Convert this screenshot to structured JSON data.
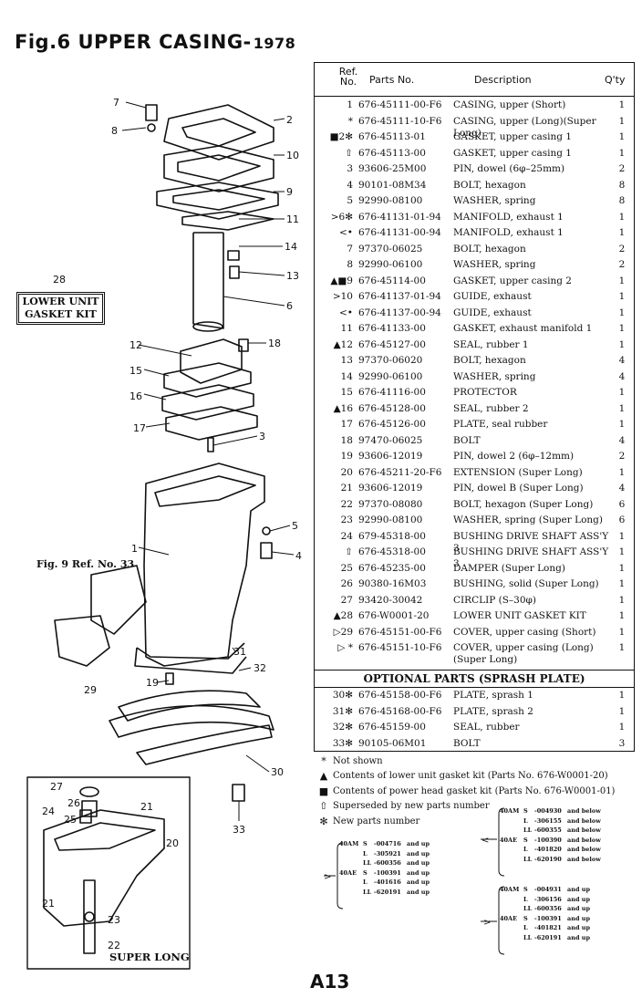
{
  "title": {
    "main": "Fig.6 UPPER CASING-",
    "year": "1978"
  },
  "table": {
    "headers": {
      "ref": "Ref. No.",
      "part": "Parts No.",
      "desc": "Description",
      "qty": "Q'ty"
    },
    "rows": [
      {
        "ref": "1",
        "part": "676-45111-00-F6",
        "desc": "CASING, upper (Short)",
        "qty": "1"
      },
      {
        "ref": "*",
        "part": "676-45111-10-F6",
        "desc": "CASING, upper (Long)(Super Long)",
        "qty": "1"
      },
      {
        "ref": "■2✻",
        "part": "676-45113-01",
        "desc": "GASKET, upper casing 1",
        "qty": "1"
      },
      {
        "ref": "⇧",
        "part": "676-45113-00",
        "desc": "GASKET, upper casing 1",
        "qty": "1"
      },
      {
        "ref": "3",
        "part": "93606-25M00",
        "desc": "PIN, dowel (6φ–25mm)",
        "qty": "2"
      },
      {
        "ref": "4",
        "part": "90101-08M34",
        "desc": "BOLT, hexagon",
        "qty": "8"
      },
      {
        "ref": "5",
        "part": "92990-08100",
        "desc": "WASHER, spring",
        "qty": "8"
      },
      {
        "ref": ">6✻",
        "part": "676-41131-01-94",
        "desc": "MANIFOLD, exhaust 1",
        "qty": "1"
      },
      {
        "ref": "<•",
        "part": "676-41131-00-94",
        "desc": "MANIFOLD, exhaust 1",
        "qty": "1"
      },
      {
        "ref": "7",
        "part": "97370-06025",
        "desc": "BOLT, hexagon",
        "qty": "2"
      },
      {
        "ref": "8",
        "part": "92990-06100",
        "desc": "WASHER, spring",
        "qty": "2"
      },
      {
        "ref": "▲■9",
        "part": "676-45114-00",
        "desc": "GASKET, upper casing 2",
        "qty": "1"
      },
      {
        "ref": ">10",
        "part": "676-41137-01-94",
        "desc": "GUIDE, exhaust",
        "qty": "1"
      },
      {
        "ref": "<•",
        "part": "676-41137-00-94",
        "desc": "GUIDE, exhaust",
        "qty": "1"
      },
      {
        "ref": "11",
        "part": "676-41133-00",
        "desc": "GASKET, exhaust manifold 1",
        "qty": "1"
      },
      {
        "ref": "▲12",
        "part": "676-45127-00",
        "desc": "SEAL, rubber 1",
        "qty": "1"
      },
      {
        "ref": "13",
        "part": "97370-06020",
        "desc": "BOLT, hexagon",
        "qty": "4"
      },
      {
        "ref": "14",
        "part": "92990-06100",
        "desc": "WASHER, spring",
        "qty": "4"
      },
      {
        "ref": "15",
        "part": "676-41116-00",
        "desc": "PROTECTOR",
        "qty": "1"
      },
      {
        "ref": "▲16",
        "part": "676-45128-00",
        "desc": "SEAL, rubber 2",
        "qty": "1"
      },
      {
        "ref": "17",
        "part": "676-45126-00",
        "desc": "PLATE, seal rubber",
        "qty": "1"
      },
      {
        "ref": "18",
        "part": "97470-06025",
        "desc": "BOLT",
        "qty": "4"
      },
      {
        "ref": "19",
        "part": "93606-12019",
        "desc": "PIN, dowel 2 (6φ–12mm)",
        "qty": "2"
      },
      {
        "ref": "20",
        "part": "676-45211-20-F6",
        "desc": "EXTENSION (Super Long)",
        "qty": "1"
      },
      {
        "ref": "21",
        "part": "93606-12019",
        "desc": "PIN, dowel B (Super Long)",
        "qty": "4"
      },
      {
        "ref": "22",
        "part": "97370-08080",
        "desc": "BOLT, hexagon (Super Long)",
        "qty": "6"
      },
      {
        "ref": "23",
        "part": "92990-08100",
        "desc": "WASHER, spring (Super Long)",
        "qty": "6"
      },
      {
        "ref": "24",
        "part": "679-45318-00",
        "desc": "BUSHING DRIVE SHAFT ASS'Y 3",
        "qty": "1"
      },
      {
        "ref": "⇧",
        "part": "676-45318-00",
        "desc": "BUSHING DRIVE SHAFT ASS'Y 3",
        "qty": "1"
      },
      {
        "ref": "25",
        "part": "676-45235-00",
        "desc": "DAMPER (Super Long)",
        "qty": "1"
      },
      {
        "ref": "26",
        "part": "90380-16M03",
        "desc": "BUSHING, solid (Super Long)",
        "qty": "1"
      },
      {
        "ref": "27",
        "part": "93420-30042",
        "desc": "CIRCLIP (S–30φ)",
        "qty": "1"
      },
      {
        "ref": "▲28",
        "part": "676-W0001-20",
        "desc": "LOWER UNIT GASKET KIT",
        "qty": "1"
      },
      {
        "ref": "▷29",
        "part": "676-45151-00-F6",
        "desc": "COVER, upper casing (Short)",
        "qty": "1"
      },
      {
        "ref": "▷ *",
        "part": "676-45151-10-F6",
        "desc": "COVER, upper casing (Long) (Super Long)",
        "qty": "1",
        "tall": true
      }
    ],
    "optional_title": "OPTIONAL PARTS (SPRASH PLATE)",
    "optional_rows": [
      {
        "ref": "30✻",
        "part": "676-45158-00-F6",
        "desc": "PLATE, sprash 1",
        "qty": "1"
      },
      {
        "ref": "31✻",
        "part": "676-45168-00-F6",
        "desc": "PLATE, sprash 2",
        "qty": "1"
      },
      {
        "ref": "32✻",
        "part": "676-45159-00",
        "desc": "SEAL, rubber",
        "qty": "1"
      },
      {
        "ref": "33✻",
        "part": "90105-06M01",
        "desc": "BOLT",
        "qty": "3"
      }
    ]
  },
  "notes": [
    {
      "sym": "*",
      "text": "Not shown"
    },
    {
      "sym": "▲",
      "text": "Contents of lower unit gasket kit (Parts No. 676-W0001-20)"
    },
    {
      "sym": "■",
      "text": "Contents of power head gasket kit (Parts No. 676-W0001-01)"
    },
    {
      "sym": "⇧",
      "text": "Superseded by new parts number"
    },
    {
      "sym": "✻",
      "text": "New parts number"
    }
  ],
  "serials": {
    "left": [
      {
        "model": "40AM",
        "type": "S",
        "num": "-004716",
        "range": "and up"
      },
      {
        "model": "",
        "type": "L",
        "num": "-305921",
        "range": "and up"
      },
      {
        "model": "",
        "type": "LL",
        "num": "-600356",
        "range": "and up"
      },
      {
        "model": "40AE",
        "type": "S",
        "num": "-100391",
        "range": "and up"
      },
      {
        "model": "",
        "type": "L",
        "num": "-401616",
        "range": "and up"
      },
      {
        "model": "",
        "type": "LL",
        "num": "-620191",
        "range": "and up"
      }
    ],
    "right_top": [
      {
        "model": "40AM",
        "type": "S",
        "num": "-004930",
        "range": "and below"
      },
      {
        "model": "",
        "type": "L",
        "num": "-306155",
        "range": "and below"
      },
      {
        "model": "",
        "type": "LL",
        "num": "-600355",
        "range": "and below"
      },
      {
        "model": "40AE",
        "type": "S",
        "num": "-100390",
        "range": "and below"
      },
      {
        "model": "",
        "type": "L",
        "num": "-401820",
        "range": "and below"
      },
      {
        "model": "",
        "type": "LL",
        "num": "-620190",
        "range": "and below"
      }
    ],
    "right_bottom": [
      {
        "model": "40AM",
        "type": "S",
        "num": "-004931",
        "range": "and up"
      },
      {
        "model": "",
        "type": "L",
        "num": "-306156",
        "range": "and up"
      },
      {
        "model": "",
        "type": "LL",
        "num": "-600356",
        "range": "and up"
      },
      {
        "model": "40AE",
        "type": "S",
        "num": "-100391",
        "range": "and up"
      },
      {
        "model": "",
        "type": "L",
        "num": "-401821",
        "range": "and up"
      },
      {
        "model": "",
        "type": "LL",
        "num": "-620191",
        "range": "and up"
      }
    ]
  },
  "diagram": {
    "kit_label_line1": "LOWER UNIT",
    "kit_label_line2": "GASKET KIT",
    "kit_ref": "28",
    "fig_ref": "Fig. 9 Ref. No. 33",
    "super_long": "SUPER LONG",
    "callouts": [
      "7",
      "8",
      "2",
      "10",
      "9",
      "11",
      "14",
      "13",
      "6",
      "12",
      "18",
      "15",
      "16",
      "17",
      "3",
      "5",
      "4",
      "1",
      "29",
      "19",
      "31",
      "32",
      "30",
      "33",
      "27",
      "26",
      "24",
      "25",
      "21",
      "20",
      "23",
      "22"
    ]
  },
  "page_code": "A13"
}
